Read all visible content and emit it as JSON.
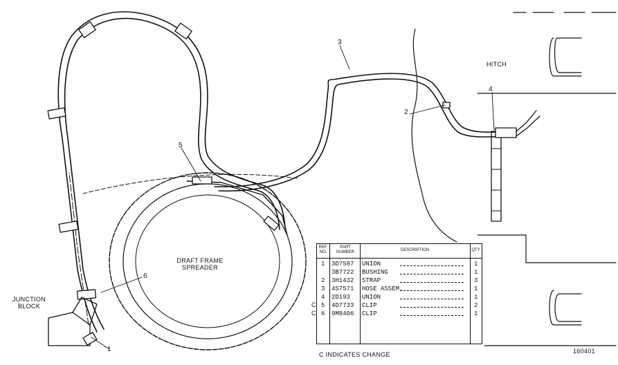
{
  "labels": {
    "hitch": "HITCH",
    "draft_frame_line1": "DRAFT FRAME",
    "draft_frame_line2": "SPREADER",
    "junction_line1": "JUNCTION",
    "junction_line2": "BLOCK",
    "change_note": "C INDICATES CHANGE",
    "figure_number": "160401"
  },
  "callouts": [
    "1",
    "2",
    "3",
    "4",
    "5",
    "6"
  ],
  "table": {
    "headers": {
      "ref": "REF. NO.",
      "part": "PART NUMBER",
      "description": "DESCRIPTION",
      "qty": "QTY"
    },
    "rows": [
      {
        "change": "",
        "ref": "1",
        "part": "3D7587",
        "description": "UNION",
        "qty": "1"
      },
      {
        "change": "",
        "ref": "",
        "part": "3B7722",
        "description": "BUSHING",
        "qty": "1"
      },
      {
        "change": "",
        "ref": "2",
        "part": "3H1432",
        "description": "STRAP",
        "qty": "3"
      },
      {
        "change": "",
        "ref": "3",
        "part": "4S7571",
        "description": "HOSE ASSEM.",
        "qty": "1"
      },
      {
        "change": "",
        "ref": "4",
        "part": "2D193",
        "description": "UNION",
        "qty": "1"
      },
      {
        "change": "C",
        "ref": "5",
        "part": "4D7733",
        "description": "CLIP",
        "qty": "2"
      },
      {
        "change": "C",
        "ref": "6",
        "part": "9M8406",
        "description": "CLIP",
        "qty": "1"
      }
    ]
  }
}
